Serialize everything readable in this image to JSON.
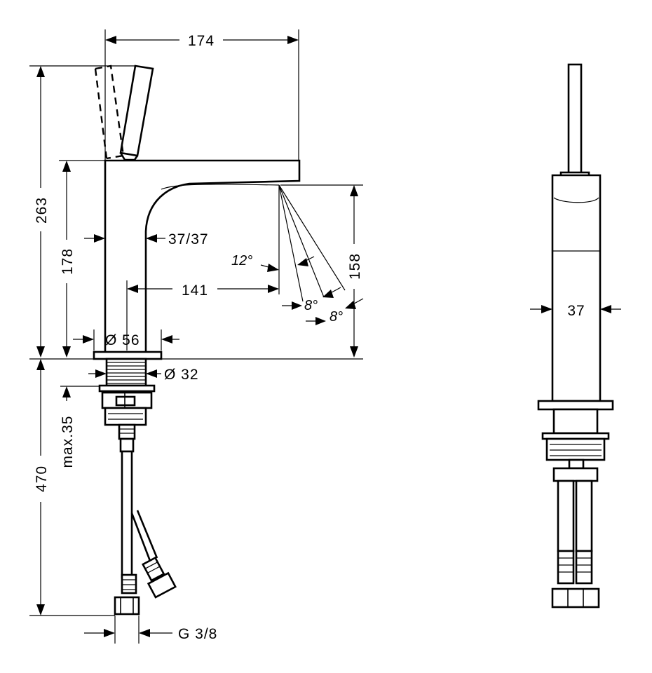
{
  "front_view": {
    "dim_width_top": "174",
    "dim_height_total": "263",
    "dim_height_spout": "178",
    "dim_spout_section": "37/37",
    "dim_spout_reach": "141",
    "dim_angle_1": "12°",
    "dim_angle_2": "8°",
    "dim_angle_3": "8°",
    "dim_jet_height": "158",
    "dim_base_diameter": "Ø 56",
    "dim_shank_diameter": "Ø 32",
    "dim_max_counter": "max.35",
    "dim_hose_length": "470",
    "dim_connection": "G 3/8"
  },
  "side_view": {
    "dim_body_width": "37"
  }
}
